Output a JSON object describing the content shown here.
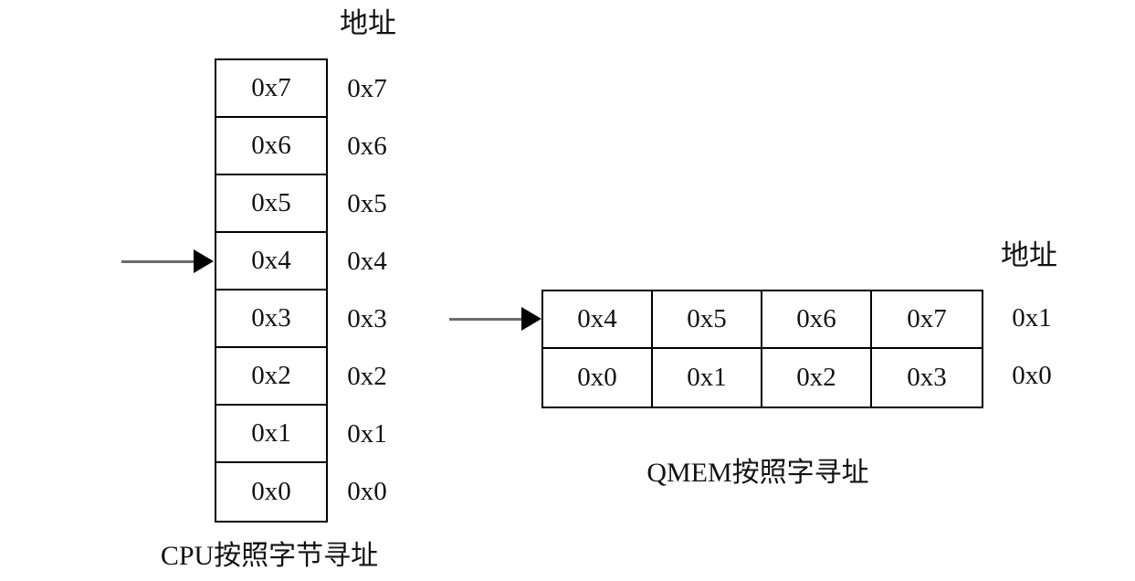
{
  "colors": {
    "background": "#ffffff",
    "border": "#000000",
    "arrow_shaft": "#6b6b6b",
    "arrow_head": "#000000",
    "text": "#121212"
  },
  "cpu_memory": {
    "address_header": "地址",
    "cells": [
      "0x7",
      "0x6",
      "0x5",
      "0x4",
      "0x3",
      "0x2",
      "0x1",
      "0x0"
    ],
    "addresses": [
      "0x7",
      "0x6",
      "0x5",
      "0x4",
      "0x3",
      "0x2",
      "0x1",
      "0x0"
    ],
    "arrow_target_cell": "0x4",
    "caption": "CPU按照字节寻址"
  },
  "qmem_memory": {
    "address_header": "地址",
    "rows": [
      [
        "0x4",
        "0x5",
        "0x6",
        "0x7"
      ],
      [
        "0x0",
        "0x1",
        "0x2",
        "0x3"
      ]
    ],
    "addresses": [
      "0x1",
      "0x0"
    ],
    "arrow_target_row": "0x1",
    "caption": "QMEM按照字寻址"
  }
}
